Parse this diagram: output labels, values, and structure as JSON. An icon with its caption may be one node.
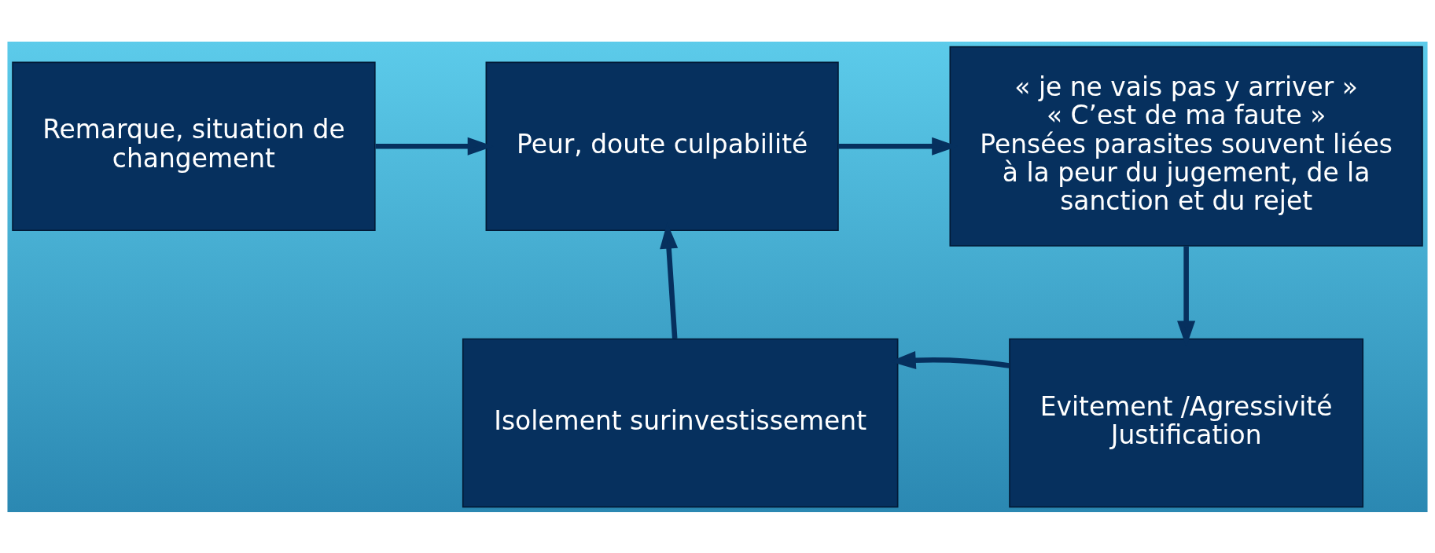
{
  "diagram": {
    "nodes": [
      {
        "text": [
          "Remarque, situation de changement"
        ]
      },
      {
        "text": [
          "Peur, doute culpabilité"
        ]
      },
      {
        "text": [
          "« je ne vais pas y arriver »",
          "« C’est de ma faute »",
          "Pensées parasites souvent liées à la peur du jugement, de la sanction et du rejet"
        ]
      },
      {
        "text": [
          "Evitement /Agressivité Justification"
        ]
      },
      {
        "text": [
          "Isolement surinvestissement"
        ]
      }
    ],
    "edges": [
      {
        "from": 0,
        "to": 1,
        "arrow": "to"
      },
      {
        "from": 1,
        "to": 2,
        "arrow": "to"
      },
      {
        "from": 2,
        "to": 3,
        "arrow": "to"
      },
      {
        "from": 3,
        "to": 4,
        "arrow": "to"
      },
      {
        "from": 4,
        "to": 1,
        "arrow": "to"
      }
    ]
  }
}
